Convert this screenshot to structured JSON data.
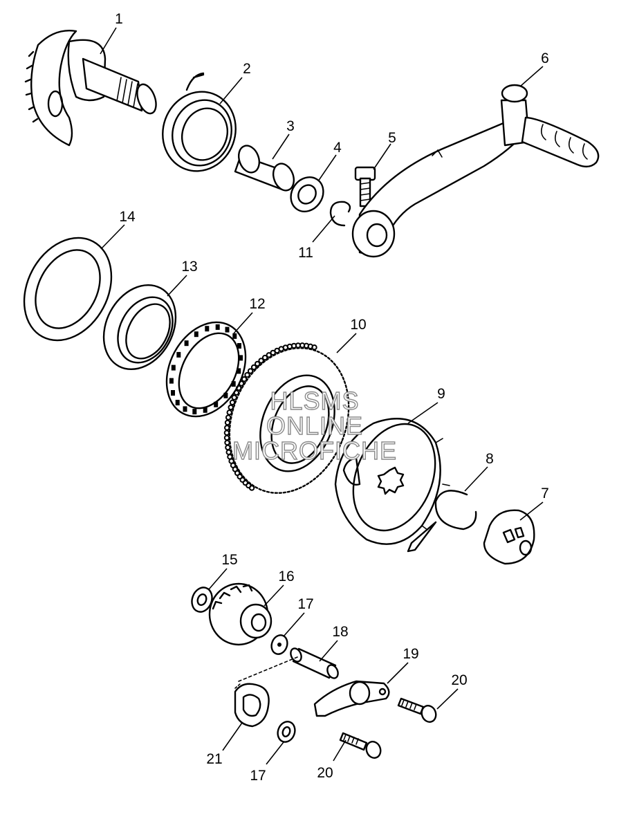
{
  "callouts": [
    {
      "id": "c1",
      "text": "1"
    },
    {
      "id": "c2",
      "text": "2"
    },
    {
      "id": "c3",
      "text": "3"
    },
    {
      "id": "c4",
      "text": "4"
    },
    {
      "id": "c5",
      "text": "5"
    },
    {
      "id": "c6",
      "text": "6"
    },
    {
      "id": "c7",
      "text": "7"
    },
    {
      "id": "c8",
      "text": "8"
    },
    {
      "id": "c9",
      "text": "9"
    },
    {
      "id": "c10",
      "text": "10"
    },
    {
      "id": "c11",
      "text": "11"
    },
    {
      "id": "c12",
      "text": "12"
    },
    {
      "id": "c13",
      "text": "13"
    },
    {
      "id": "c14",
      "text": "14"
    },
    {
      "id": "c15",
      "text": "15"
    },
    {
      "id": "c16",
      "text": "16"
    },
    {
      "id": "c17a",
      "text": "17"
    },
    {
      "id": "c17b",
      "text": "17"
    },
    {
      "id": "c18",
      "text": "18"
    },
    {
      "id": "c19",
      "text": "19"
    },
    {
      "id": "c20a",
      "text": "20"
    },
    {
      "id": "c20b",
      "text": "20"
    },
    {
      "id": "c21",
      "text": "21"
    }
  ],
  "watermark": {
    "line1": "HLSMS",
    "line2": "ONLINE",
    "line3": "MICROFICHE",
    "stroke_color": "#8a8a8a"
  }
}
